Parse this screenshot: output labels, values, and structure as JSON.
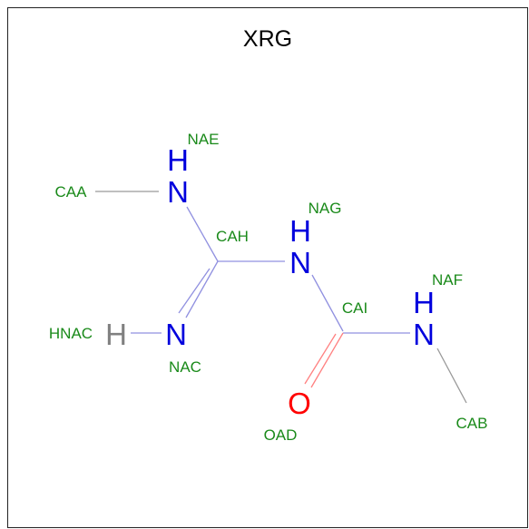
{
  "title": "XRG",
  "colors": {
    "carbon_label": "#1a8a1a",
    "nitrogen": "#0000dd",
    "oxygen": "#ff0000",
    "hydrogen": "#808080",
    "title": "#000000",
    "bond_gray": "#999999",
    "bond_blue": "#9090e0",
    "bond_red": "#ff8080"
  },
  "atoms": {
    "nae": {
      "symbol": "N",
      "hydrogen": "H",
      "label": "NAE",
      "element": "nitrogen"
    },
    "nag": {
      "symbol": "N",
      "hydrogen": "H",
      "label": "NAG",
      "element": "nitrogen"
    },
    "naf": {
      "symbol": "N",
      "hydrogen": "H",
      "label": "NAF",
      "element": "nitrogen"
    },
    "nac": {
      "symbol": "N",
      "label": "NAC",
      "element": "nitrogen"
    },
    "hnac": {
      "symbol": "H",
      "label": "HNAC",
      "element": "hydrogen"
    },
    "oad": {
      "symbol": "O",
      "label": "OAD",
      "element": "oxygen"
    },
    "caa": {
      "label": "CAA",
      "element": "carbon"
    },
    "cah": {
      "label": "CAH",
      "element": "carbon"
    },
    "cai": {
      "label": "CAI",
      "element": "carbon"
    },
    "cab": {
      "label": "CAB",
      "element": "carbon"
    }
  }
}
